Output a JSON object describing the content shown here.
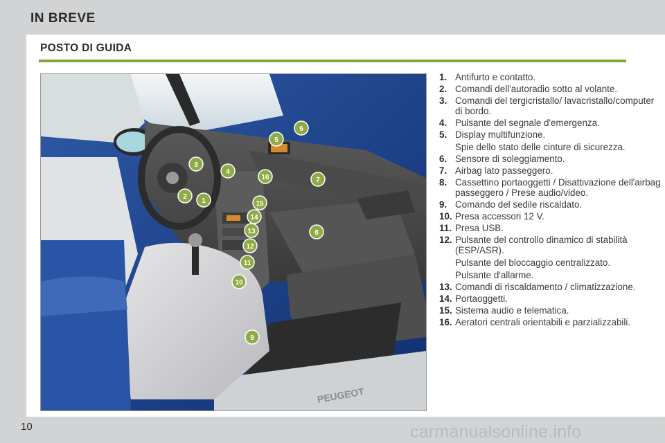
{
  "header": {
    "section_title": "IN BREVE"
  },
  "page": {
    "subtitle": "POSTO DI GUIDA",
    "number": "10",
    "watermark": "carmanualsonline.info"
  },
  "figure": {
    "sill_text": "PEUGEOT",
    "callouts": [
      "1",
      "2",
      "3",
      "4",
      "5",
      "6",
      "7",
      "8",
      "9",
      "10",
      "11",
      "12",
      "13",
      "14",
      "15",
      "16"
    ]
  },
  "legend": [
    {
      "num": "1.",
      "text": "Antifurto e contatto."
    },
    {
      "num": "2.",
      "text": "Comandi dell'autoradio sotto al volante."
    },
    {
      "num": "3.",
      "text": "Comandi del tergicristallo/ lavacristallo/computer di bordo."
    },
    {
      "num": "4.",
      "text": "Pulsante del segnale d'emergenza."
    },
    {
      "num": "5.",
      "text": "Display multifunzione.",
      "sub": [
        "Spie dello stato delle cinture di sicurezza."
      ]
    },
    {
      "num": "6.",
      "text": "Sensore di soleggiamento."
    },
    {
      "num": "7.",
      "text": "Airbag lato passeggero."
    },
    {
      "num": "8.",
      "text": "Cassettino portaoggetti / Disattivazione dell'airbag passeggero / Prese audio/video."
    },
    {
      "num": "9.",
      "text": "Comando del sedile riscaldato."
    },
    {
      "num": "10.",
      "text": "Presa accessori 12 V."
    },
    {
      "num": "11.",
      "text": "Presa USB."
    },
    {
      "num": "12.",
      "text": "Pulsante del controllo dinamico di stabilità (ESP/ASR).",
      "sub": [
        "Pulsante del bloccaggio centralizzato.",
        "Pulsante d'allarme."
      ]
    },
    {
      "num": "13.",
      "text": "Comandi di riscaldamento / climatizzazione."
    },
    {
      "num": "14.",
      "text": "Portaoggetti."
    },
    {
      "num": "15.",
      "text": "Sistema audio e telematica."
    },
    {
      "num": "16.",
      "text": "Aeratori centrali orientabili e parzializzabili."
    }
  ]
}
